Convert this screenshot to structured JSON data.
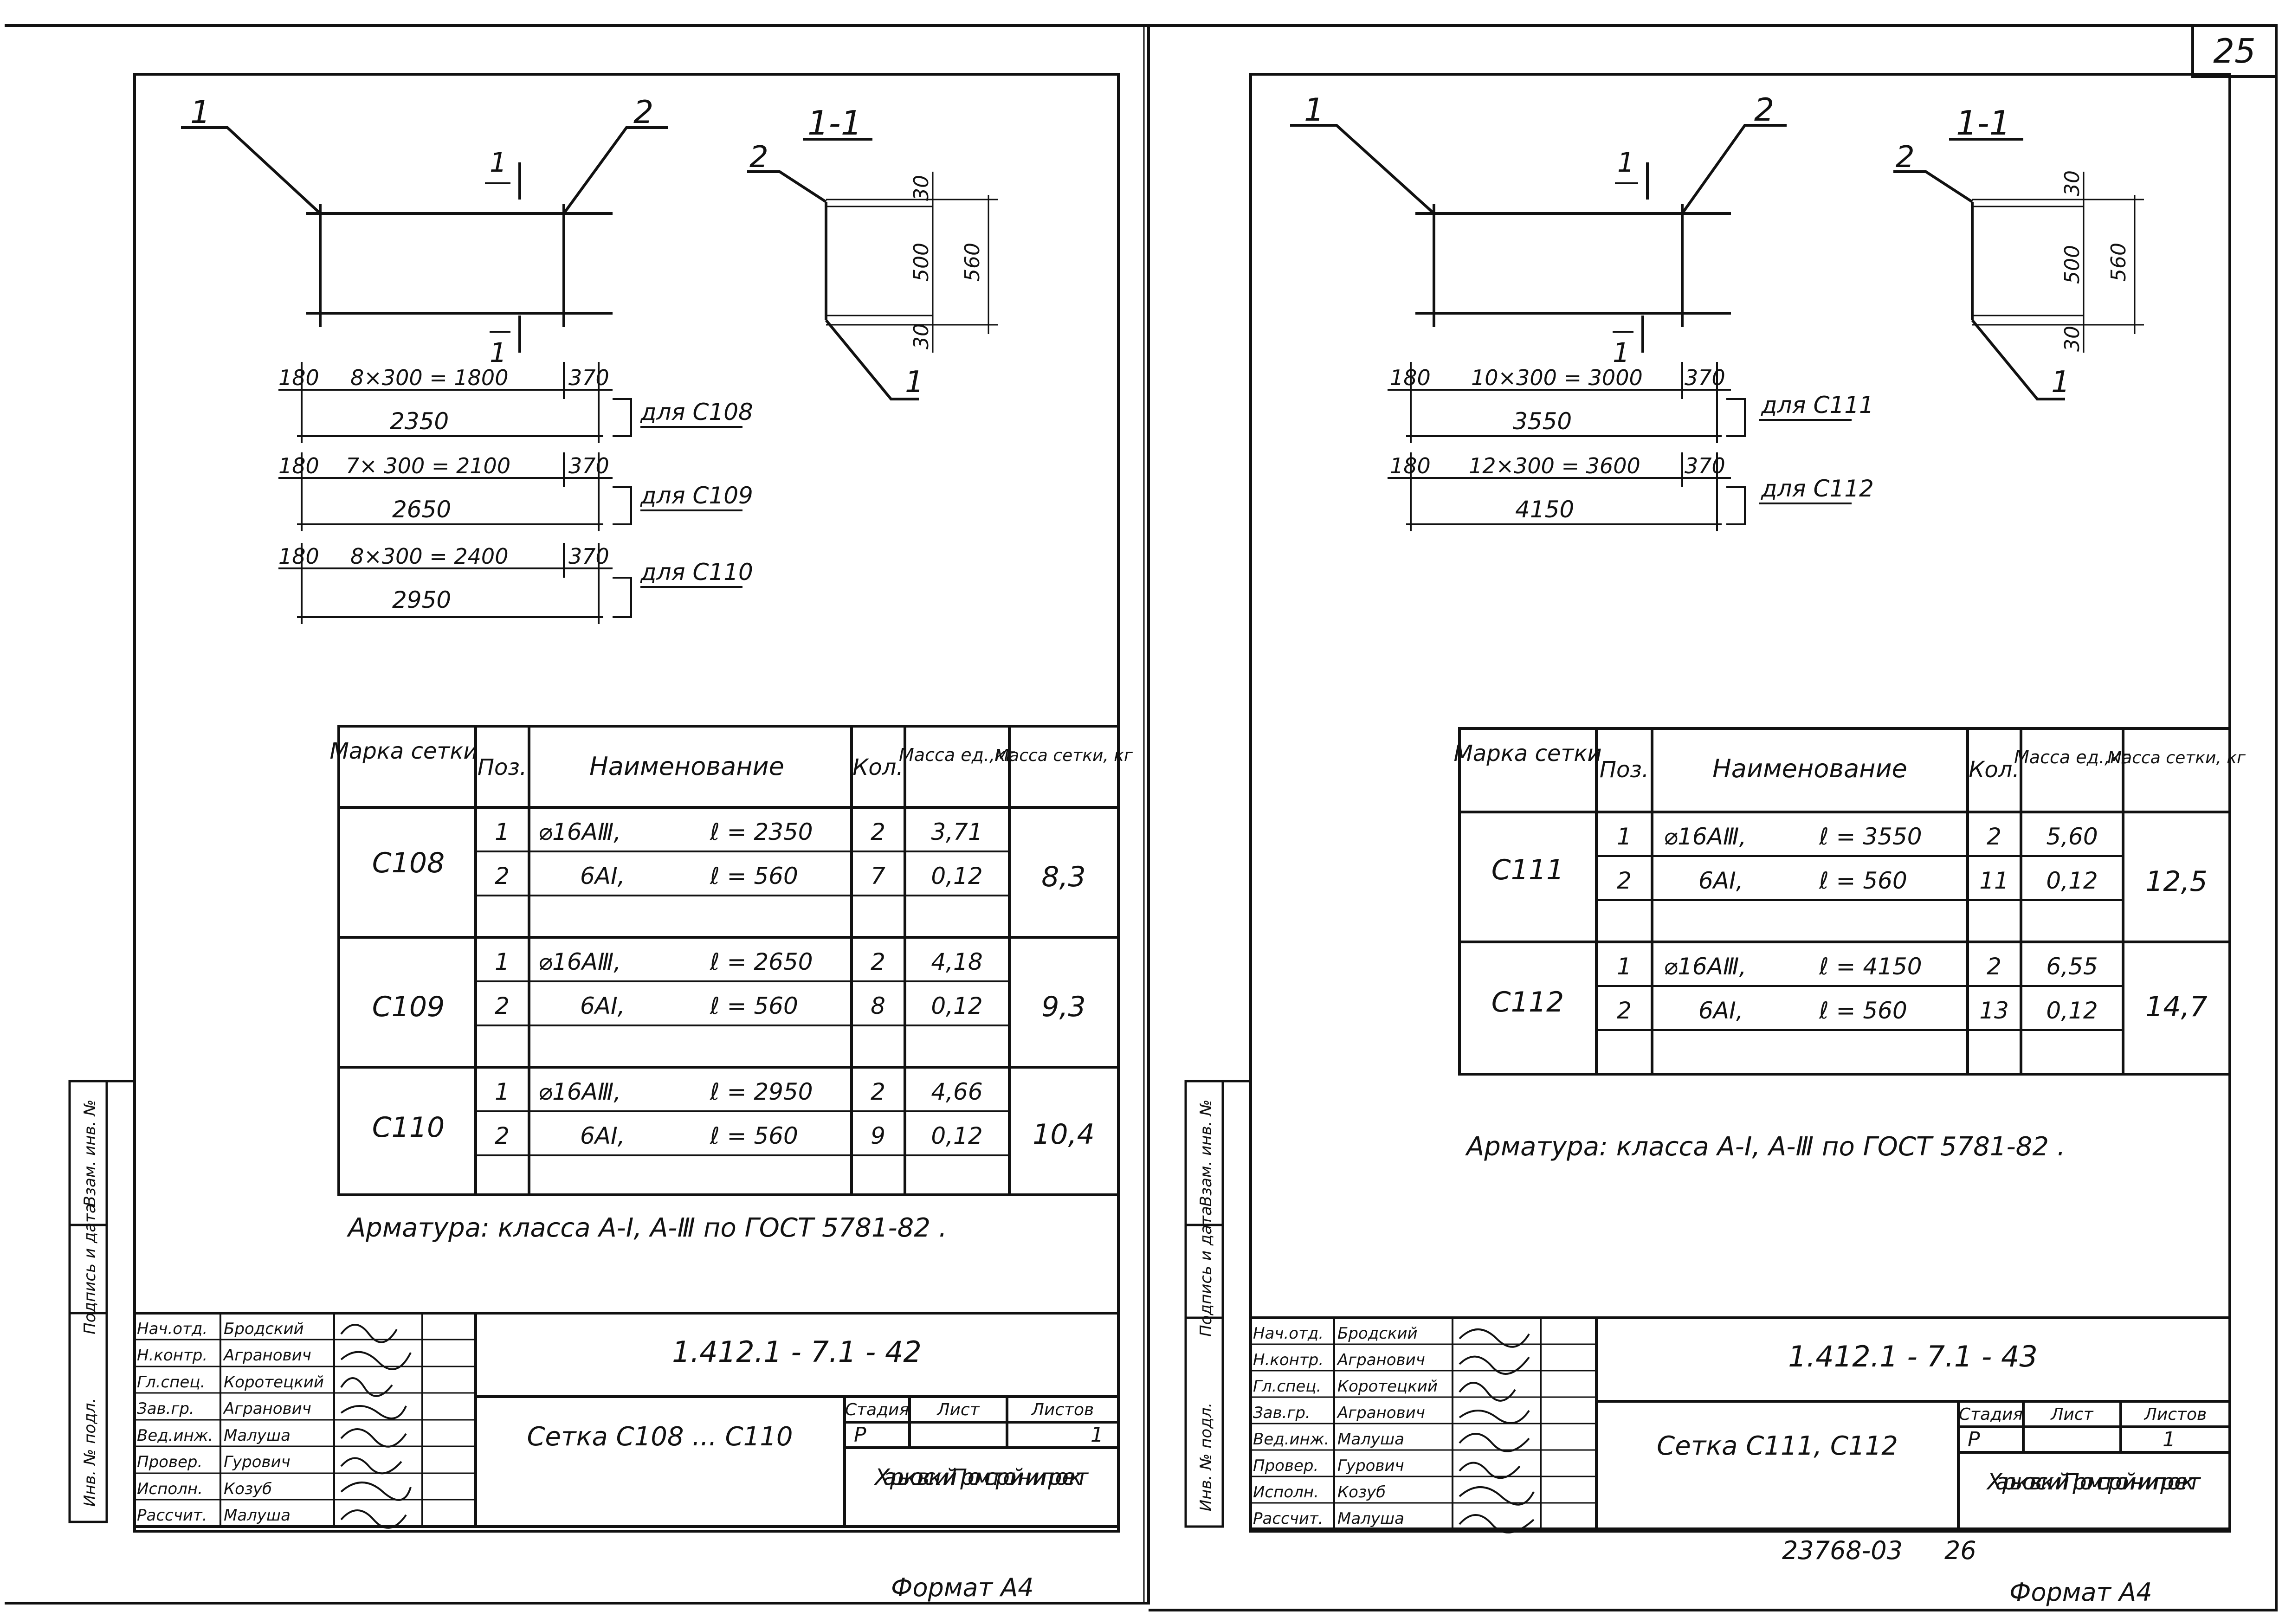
{
  "sheet_number": "25",
  "footer": {
    "archive_number": "23768-03",
    "page_ref": "26"
  },
  "left": {
    "callout_1": "1",
    "callout_2": "2",
    "section_mark": "1",
    "section_title": "1-1",
    "section_dims": {
      "top": "30",
      "mid": "500",
      "bottom": "30",
      "total": "560"
    },
    "section_callout_2": "2",
    "section_callout_1": "1",
    "dim_rows": [
      {
        "left": "180",
        "mid": "8×300 = 1800",
        "right": "370",
        "total": "2350",
        "label": "для С108"
      },
      {
        "left": "180",
        "mid": "7× 300 = 2100",
        "right": "370",
        "total": "2650",
        "label": "для С109"
      },
      {
        "left": "180",
        "mid": "8×300 = 2400",
        "right": "370",
        "total": "2950",
        "label": "для С110"
      }
    ],
    "table": {
      "headers": [
        "Марка сетки",
        "Поз.",
        "Наименование",
        "Кол.",
        "Масса ед.,кг",
        "Масса сетки, кг"
      ],
      "groups": [
        {
          "mark": "С108",
          "mass": "8,3",
          "rows": [
            {
              "pos": "1",
              "name": "⌀16АⅢ,",
              "len": "ℓ = 2350",
              "qty": "2",
              "unit": "3,71"
            },
            {
              "pos": "2",
              "name": "6АⅠ,",
              "len": "ℓ = 560",
              "qty": "7",
              "unit": "0,12"
            }
          ]
        },
        {
          "mark": "С109",
          "mass": "9,3",
          "rows": [
            {
              "pos": "1",
              "name": "⌀16АⅢ,",
              "len": "ℓ = 2650",
              "qty": "2",
              "unit": "4,18"
            },
            {
              "pos": "2",
              "name": "6АⅠ,",
              "len": "ℓ = 560",
              "qty": "8",
              "unit": "0,12"
            }
          ]
        },
        {
          "mark": "С110",
          "mass": "10,4",
          "rows": [
            {
              "pos": "1",
              "name": "⌀16АⅢ,",
              "len": "ℓ = 2950",
              "qty": "2",
              "unit": "4,66"
            },
            {
              "pos": "2",
              "name": "6АⅠ,",
              "len": "ℓ = 560",
              "qty": "9",
              "unit": "0,12"
            }
          ]
        }
      ]
    },
    "note": "Арматура: класса А-Ⅰ, А-Ⅲ по ГОСТ 5781-82 .",
    "stamp": {
      "roles": [
        "Нач.отд.",
        "Н.контр.",
        "Гл.спец.",
        "Зав.гр.",
        "Вед.инж.",
        "Провер.",
        "Исполн.",
        "Рассчит."
      ],
      "names": [
        "Бродский",
        "Агранович",
        "Коротецкий",
        "Агранович",
        "Малуша",
        "Гурович",
        "Козуб",
        "Малуша"
      ],
      "code": "1.412.1 - 7.1 - 42",
      "title": "Сетка С108 ... С110",
      "stage_head": "Стадия",
      "sheet_head": "Лист",
      "sheets_head": "Листов",
      "stage": "Р",
      "sheets": "1",
      "org": "Харьковский Промстройниипроект"
    },
    "side_labels": [
      "Инв. № подл.",
      "Подпись и дата",
      "Взам. инв. №"
    ],
    "format": "Формат А4"
  },
  "right": {
    "callout_1": "1",
    "callout_2": "2",
    "section_mark": "1",
    "section_title": "1-1",
    "section_dims": {
      "top": "30",
      "mid": "500",
      "bottom": "30",
      "total": "560"
    },
    "section_callout_2": "2",
    "section_callout_1": "1",
    "dim_rows": [
      {
        "left": "180",
        "mid": "10×300 = 3000",
        "right": "370",
        "total": "3550",
        "label": "для С111"
      },
      {
        "left": "180",
        "mid": "12×300 = 3600",
        "right": "370",
        "total": "4150",
        "label": "для С112"
      }
    ],
    "table": {
      "headers": [
        "Марка сетки",
        "Поз.",
        "Наименование",
        "Кол.",
        "Масса ед.,кг",
        "Масса сетки, кг"
      ],
      "groups": [
        {
          "mark": "С111",
          "mass": "12,5",
          "rows": [
            {
              "pos": "1",
              "name": "⌀16АⅢ,",
              "len": "ℓ = 3550",
              "qty": "2",
              "unit": "5,60"
            },
            {
              "pos": "2",
              "name": "6АⅠ,",
              "len": "ℓ = 560",
              "qty": "11",
              "unit": "0,12"
            }
          ]
        },
        {
          "mark": "С112",
          "mass": "14,7",
          "rows": [
            {
              "pos": "1",
              "name": "⌀16АⅢ,",
              "len": "ℓ = 4150",
              "qty": "2",
              "unit": "6,55"
            },
            {
              "pos": "2",
              "name": "6АⅠ,",
              "len": "ℓ = 560",
              "qty": "13",
              "unit": "0,12"
            }
          ]
        }
      ]
    },
    "note": "Арматура: класса А-Ⅰ, А-Ⅲ по ГОСТ 5781-82 .",
    "stamp": {
      "roles": [
        "Нач.отд.",
        "Н.контр.",
        "Гл.спец.",
        "Зав.гр.",
        "Вед.инж.",
        "Провер.",
        "Исполн.",
        "Рассчит."
      ],
      "names": [
        "Бродский",
        "Агранович",
        "Коротецкий",
        "Агранович",
        "Малуша",
        "Гурович",
        "Козуб",
        "Малуша"
      ],
      "code": "1.412.1 - 7.1 - 43",
      "title": "Сетка С111, С112",
      "stage_head": "Стадия",
      "sheet_head": "Лист",
      "sheets_head": "Листов",
      "stage": "Р",
      "sheets": "1",
      "org": "Харьковский Промстройниипроект"
    },
    "side_labels": [
      "Инв. № подл.",
      "Подпись и дата",
      "Взам. инв. №"
    ],
    "format": "Формат А4"
  }
}
